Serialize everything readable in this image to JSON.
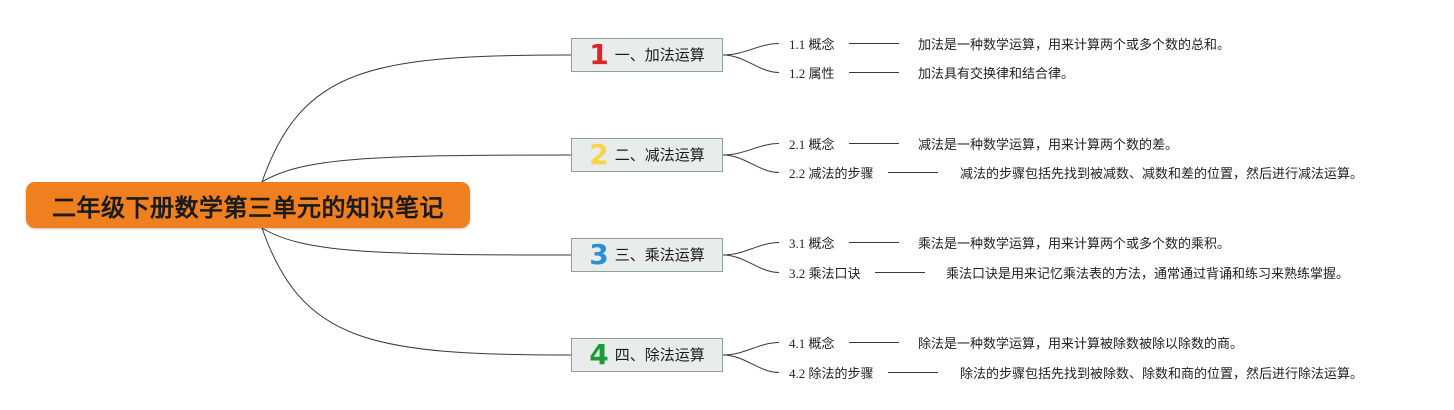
{
  "root": {
    "title": "二年级下册数学第三单元的知识笔记",
    "color": "#f07f1f"
  },
  "branches": [
    {
      "number": "1",
      "number_color": "#e02424",
      "label": "一、加法运算",
      "items": [
        {
          "label": "1.1 概念",
          "text": "加法是一种数学运算，用来计算两个或多个数的总和。"
        },
        {
          "label": "1.2 属性",
          "text": "加法具有交换律和结合律。"
        }
      ]
    },
    {
      "number": "2",
      "number_color": "#f5d547",
      "label": "二、减法运算",
      "items": [
        {
          "label": "2.1 概念",
          "text": "减法是一种数学运算，用来计算两个数的差。"
        },
        {
          "label": "2.2 减法的步骤",
          "text": "减法的步骤包括先找到被减数、减数和差的位置，然后进行减法运算。"
        }
      ]
    },
    {
      "number": "3",
      "number_color": "#2b8fd6",
      "label": "三、乘法运算",
      "items": [
        {
          "label": "3.1 概念",
          "text": "乘法是一种数学运算，用来计算两个或多个数的乘积。"
        },
        {
          "label": "3.2 乘法口诀",
          "text": "乘法口诀是用来记忆乘法表的方法，通常通过背诵和练习来熟练掌握。"
        }
      ]
    },
    {
      "number": "4",
      "number_color": "#1f9a3a",
      "label": "四、除法运算",
      "items": [
        {
          "label": "4.1 概念",
          "text": "除法是一种数学运算，用来计算被除数被除以除数的商。"
        },
        {
          "label": "4.2 除法的步骤",
          "text": "除法的步骤包括先找到被除数、除数和商的位置，然后进行除法运算。"
        }
      ]
    }
  ]
}
